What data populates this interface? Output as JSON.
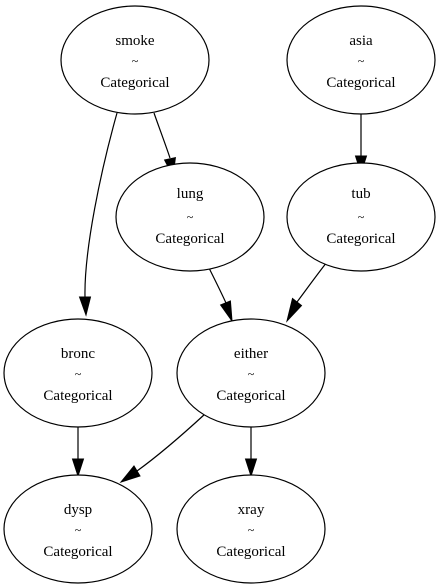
{
  "diagram": {
    "type": "directed-graph",
    "colors": {
      "background": "#ffffff",
      "stroke": "#000000",
      "text": "#000000"
    },
    "nodes": {
      "smoke": {
        "name": "smoke",
        "separator": "~",
        "dist": "Categorical"
      },
      "asia": {
        "name": "asia",
        "separator": "~",
        "dist": "Categorical"
      },
      "lung": {
        "name": "lung",
        "separator": "~",
        "dist": "Categorical"
      },
      "tub": {
        "name": "tub",
        "separator": "~",
        "dist": "Categorical"
      },
      "bronc": {
        "name": "bronc",
        "separator": "~",
        "dist": "Categorical"
      },
      "either": {
        "name": "either",
        "separator": "~",
        "dist": "Categorical"
      },
      "dysp": {
        "name": "dysp",
        "separator": "~",
        "dist": "Categorical"
      },
      "xray": {
        "name": "xray",
        "separator": "~",
        "dist": "Categorical"
      }
    },
    "edges": [
      {
        "from": "smoke",
        "to": "lung"
      },
      {
        "from": "smoke",
        "to": "bronc"
      },
      {
        "from": "asia",
        "to": "tub"
      },
      {
        "from": "lung",
        "to": "either"
      },
      {
        "from": "tub",
        "to": "either"
      },
      {
        "from": "bronc",
        "to": "dysp"
      },
      {
        "from": "either",
        "to": "dysp"
      },
      {
        "from": "either",
        "to": "xray"
      }
    ]
  }
}
